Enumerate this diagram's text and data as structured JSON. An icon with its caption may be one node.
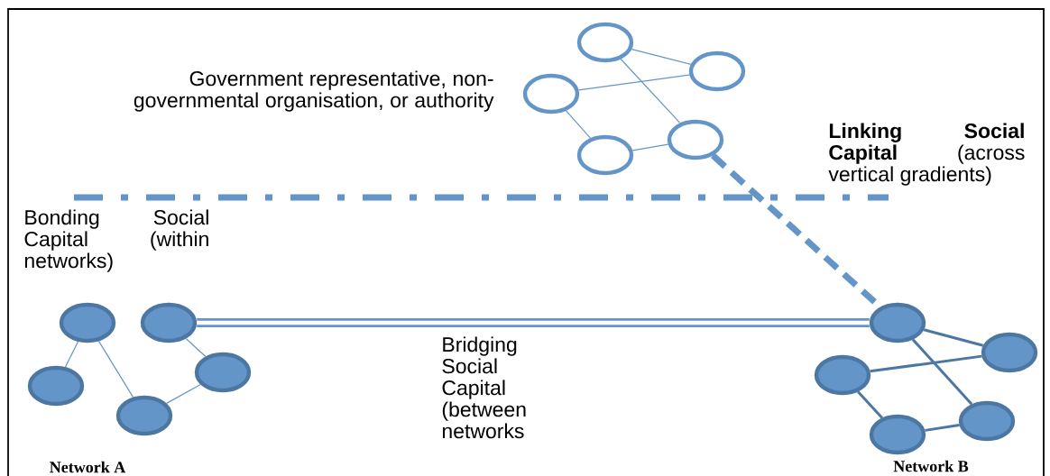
{
  "diagram": {
    "nodes": [
      {
        "text": [],
        "shape": "circle"
      },
      {
        "text": [],
        "shape": "circle"
      },
      {
        "text": [],
        "shape": "circle"
      },
      {
        "text": [],
        "shape": "circle"
      },
      {
        "text": [],
        "shape": "circle"
      },
      {
        "text": [],
        "shape": "circle"
      },
      {
        "text": [],
        "shape": "circle"
      },
      {
        "text": [],
        "shape": "circle"
      },
      {
        "text": [],
        "shape": "circle"
      },
      {
        "text": [],
        "shape": "circle"
      },
      {
        "text": [],
        "shape": "circle"
      },
      {
        "text": [],
        "shape": "circle"
      },
      {
        "text": [],
        "shape": "circle"
      },
      {
        "text": [],
        "shape": "circle"
      },
      {
        "text": [],
        "shape": "circle"
      }
    ],
    "edges": [
      {
        "from": 0,
        "to": 1,
        "arrow": "none"
      },
      {
        "from": 2,
        "to": 1,
        "arrow": "none"
      },
      {
        "from": 0,
        "to": 4,
        "arrow": "none"
      },
      {
        "from": 2,
        "to": 3,
        "arrow": "none"
      },
      {
        "from": 3,
        "to": 4,
        "arrow": "none"
      },
      {
        "from": 5,
        "to": 7,
        "arrow": "none"
      },
      {
        "from": 5,
        "to": 8,
        "arrow": "none"
      },
      {
        "from": 6,
        "to": 9,
        "arrow": "none"
      },
      {
        "from": 8,
        "to": 9,
        "arrow": "none"
      },
      {
        "from": 10,
        "to": 11,
        "arrow": "none",
        "style": "thick",
        "color": "#4d77a3"
      },
      {
        "from": 12,
        "to": 11,
        "arrow": "none",
        "style": "thick",
        "color": "#4d77a3"
      },
      {
        "from": 10,
        "to": 14,
        "arrow": "none",
        "style": "thick",
        "color": "#4d77a3"
      },
      {
        "from": 12,
        "to": 13,
        "arrow": "none",
        "style": "thick",
        "color": "#4d77a3"
      },
      {
        "from": 13,
        "to": 14,
        "arrow": "none",
        "style": "thick",
        "color": "#4d77a3"
      },
      {
        "from": 6,
        "to": 10,
        "arrow": "none",
        "style": "thick"
      },
      {
        "from": 4,
        "to": 10,
        "arrow": "none",
        "style": "dashed"
      }
    ],
    "labels": [
      "Government representative, non-governmental organisation, or authority",
      "**Linking Social Capital** (across vertical gradients)",
      "Bonding Social Capital (within networks)",
      "Bridging Social Capital (between networks",
      "Network A",
      "Network B"
    ]
  }
}
